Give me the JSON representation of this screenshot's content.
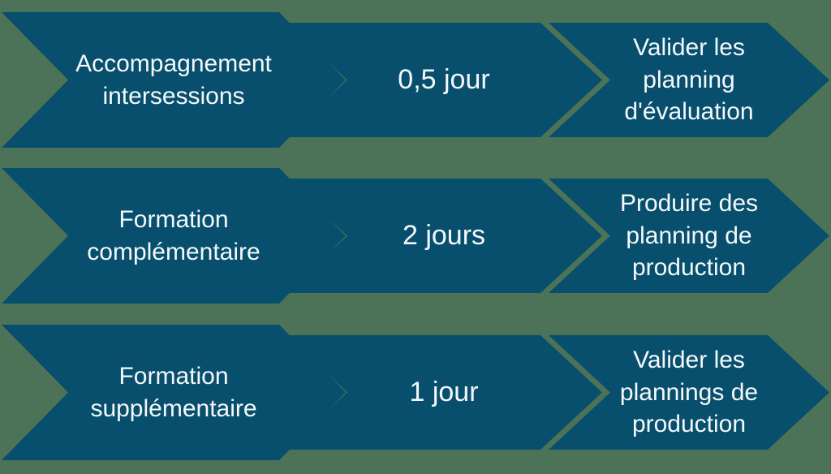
{
  "colors": {
    "background": "#4c7257",
    "chevron": "#074f6d",
    "text": "#f5f8fa"
  },
  "rows": [
    {
      "step": "Accompagnement intersessions",
      "duration": "0,5 jour",
      "deliverable": "Valider les planning d'évaluation"
    },
    {
      "step": "Formation complémentaire",
      "duration": "2 jours",
      "deliverable": "Produire des planning de production"
    },
    {
      "step": "Formation supplémentaire",
      "duration": "1 jour",
      "deliverable": "Valider les plannings de production"
    }
  ]
}
